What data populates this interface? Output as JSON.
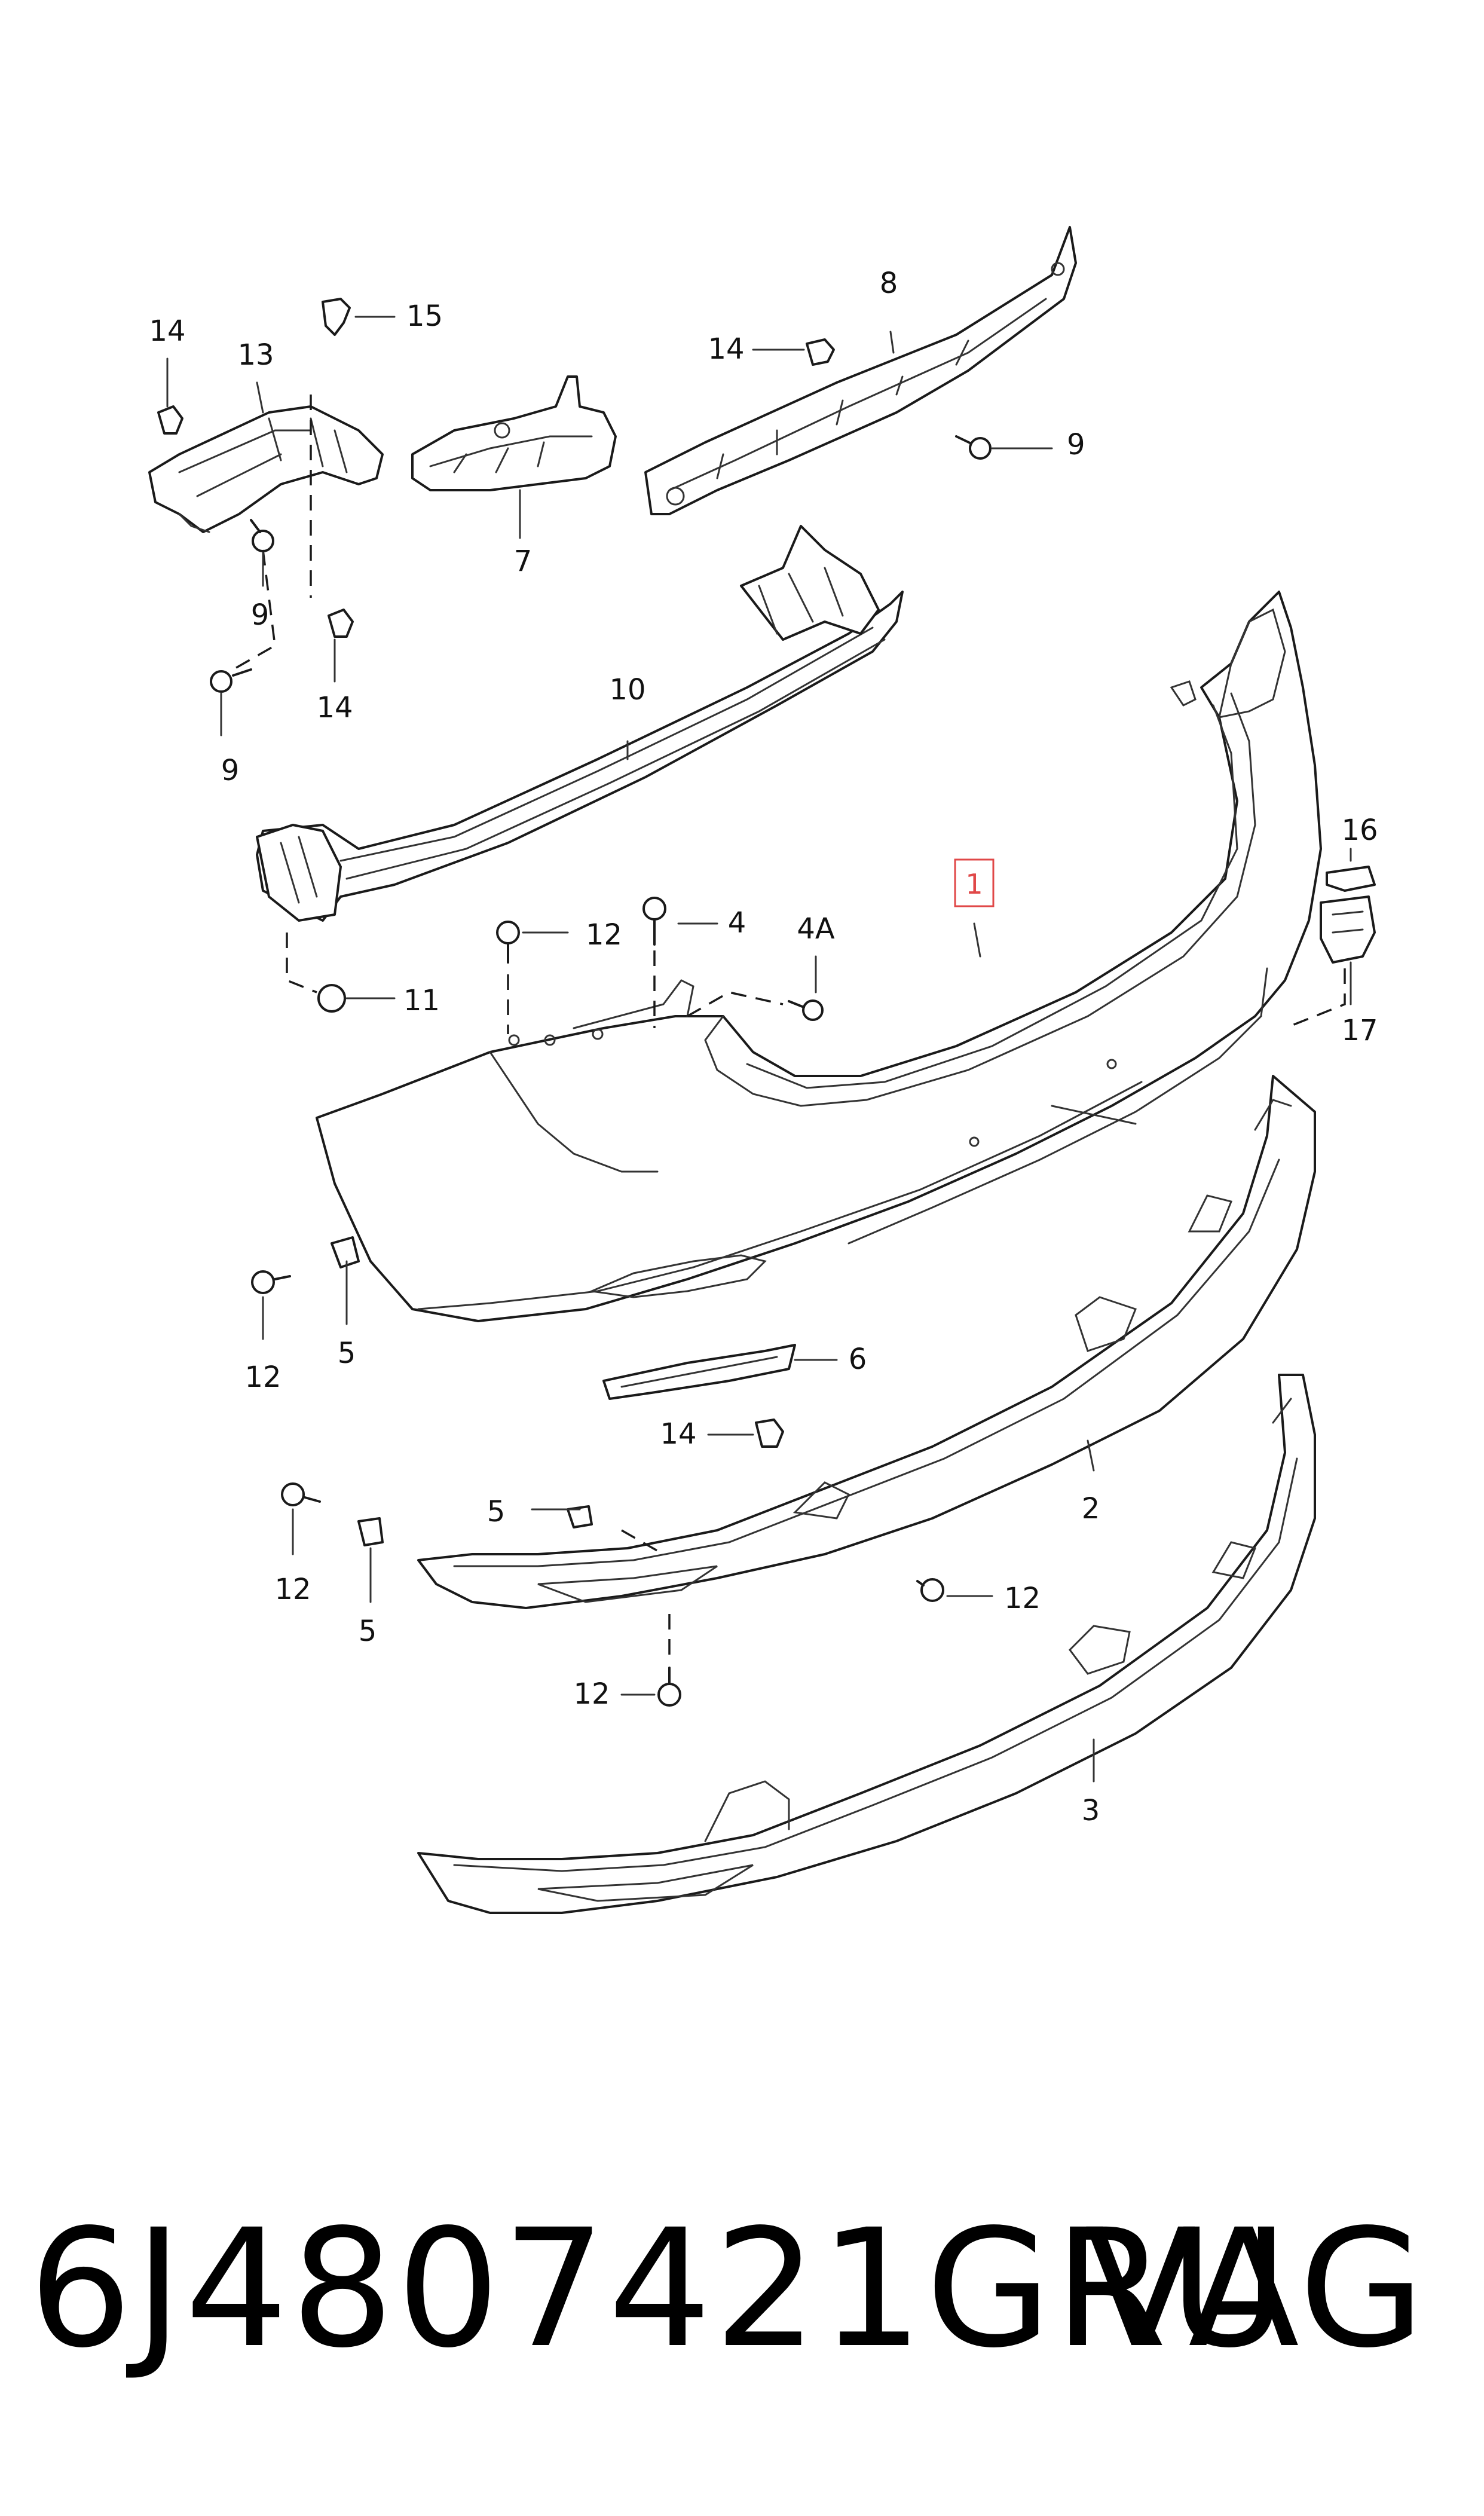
{
  "callouts": {
    "c1": "1",
    "c2": "2",
    "c3": "3",
    "c4": "4",
    "c4a": "4A",
    "c5a": "5",
    "c5b": "5",
    "c5c": "5",
    "c6": "6",
    "c7": "7",
    "c8": "8",
    "c9a": "9",
    "c9b": "9",
    "c9c": "9",
    "c10": "10",
    "c11": "11",
    "c12a": "12",
    "c12b": "12",
    "c12c": "12",
    "c12d": "12",
    "c12e": "12",
    "c13": "13",
    "c14a": "14",
    "c14b": "14",
    "c14c": "14",
    "c14d": "14",
    "c15": "15",
    "c16": "16",
    "c17": "17"
  },
  "footer": {
    "part_number": "6J4807421GRU",
    "brand": "VAG"
  },
  "colors": {
    "line": "#1a1a1a",
    "highlight": "#e04848"
  }
}
